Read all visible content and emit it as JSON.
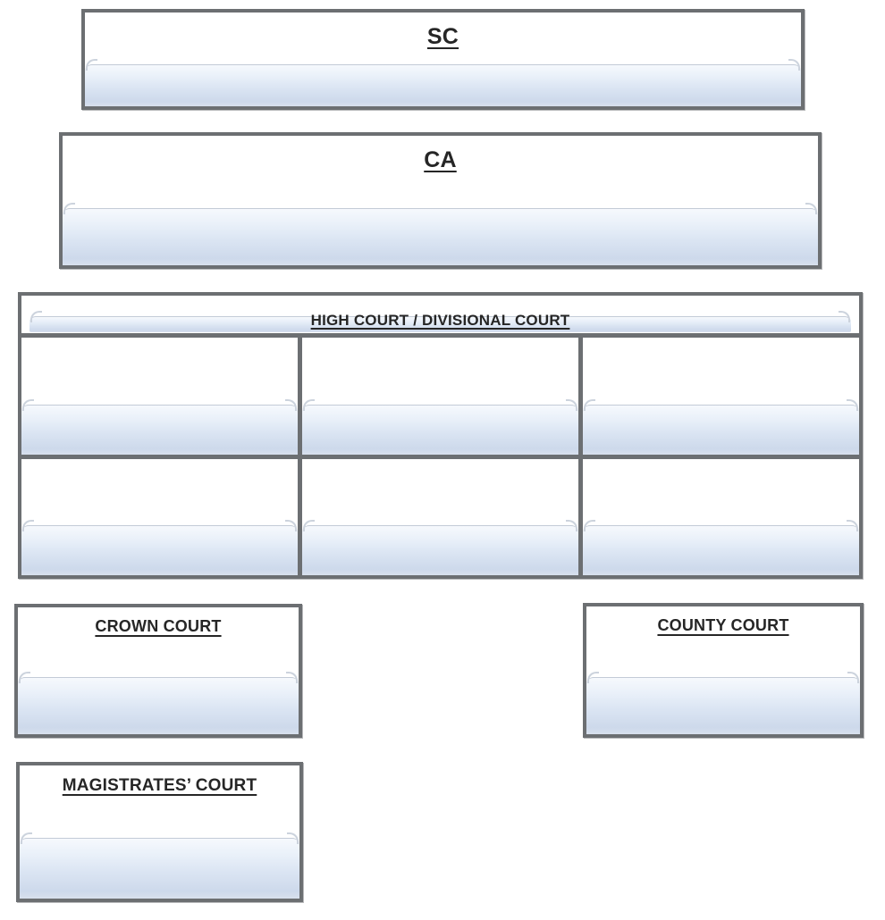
{
  "diagram": {
    "description": "Court hierarchy diagram",
    "boxes": {
      "sc": {
        "label": "SC"
      },
      "ca": {
        "label": "CA"
      },
      "high_court": {
        "label": "HIGH COURT / DIVISIONAL COURT"
      },
      "crown": {
        "label": "CROWN COURT"
      },
      "county": {
        "label": "COUNTY COURT"
      },
      "magistrates": {
        "label": "MAGISTRATES’ COURT"
      }
    },
    "grid": {
      "rows": 2,
      "cols": 3
    },
    "colors": {
      "border": "#6c6f72",
      "bar_top": "#f6f9fd",
      "bar_bottom": "#cdd9eb",
      "text": "#262626",
      "background": "#ffffff"
    }
  }
}
